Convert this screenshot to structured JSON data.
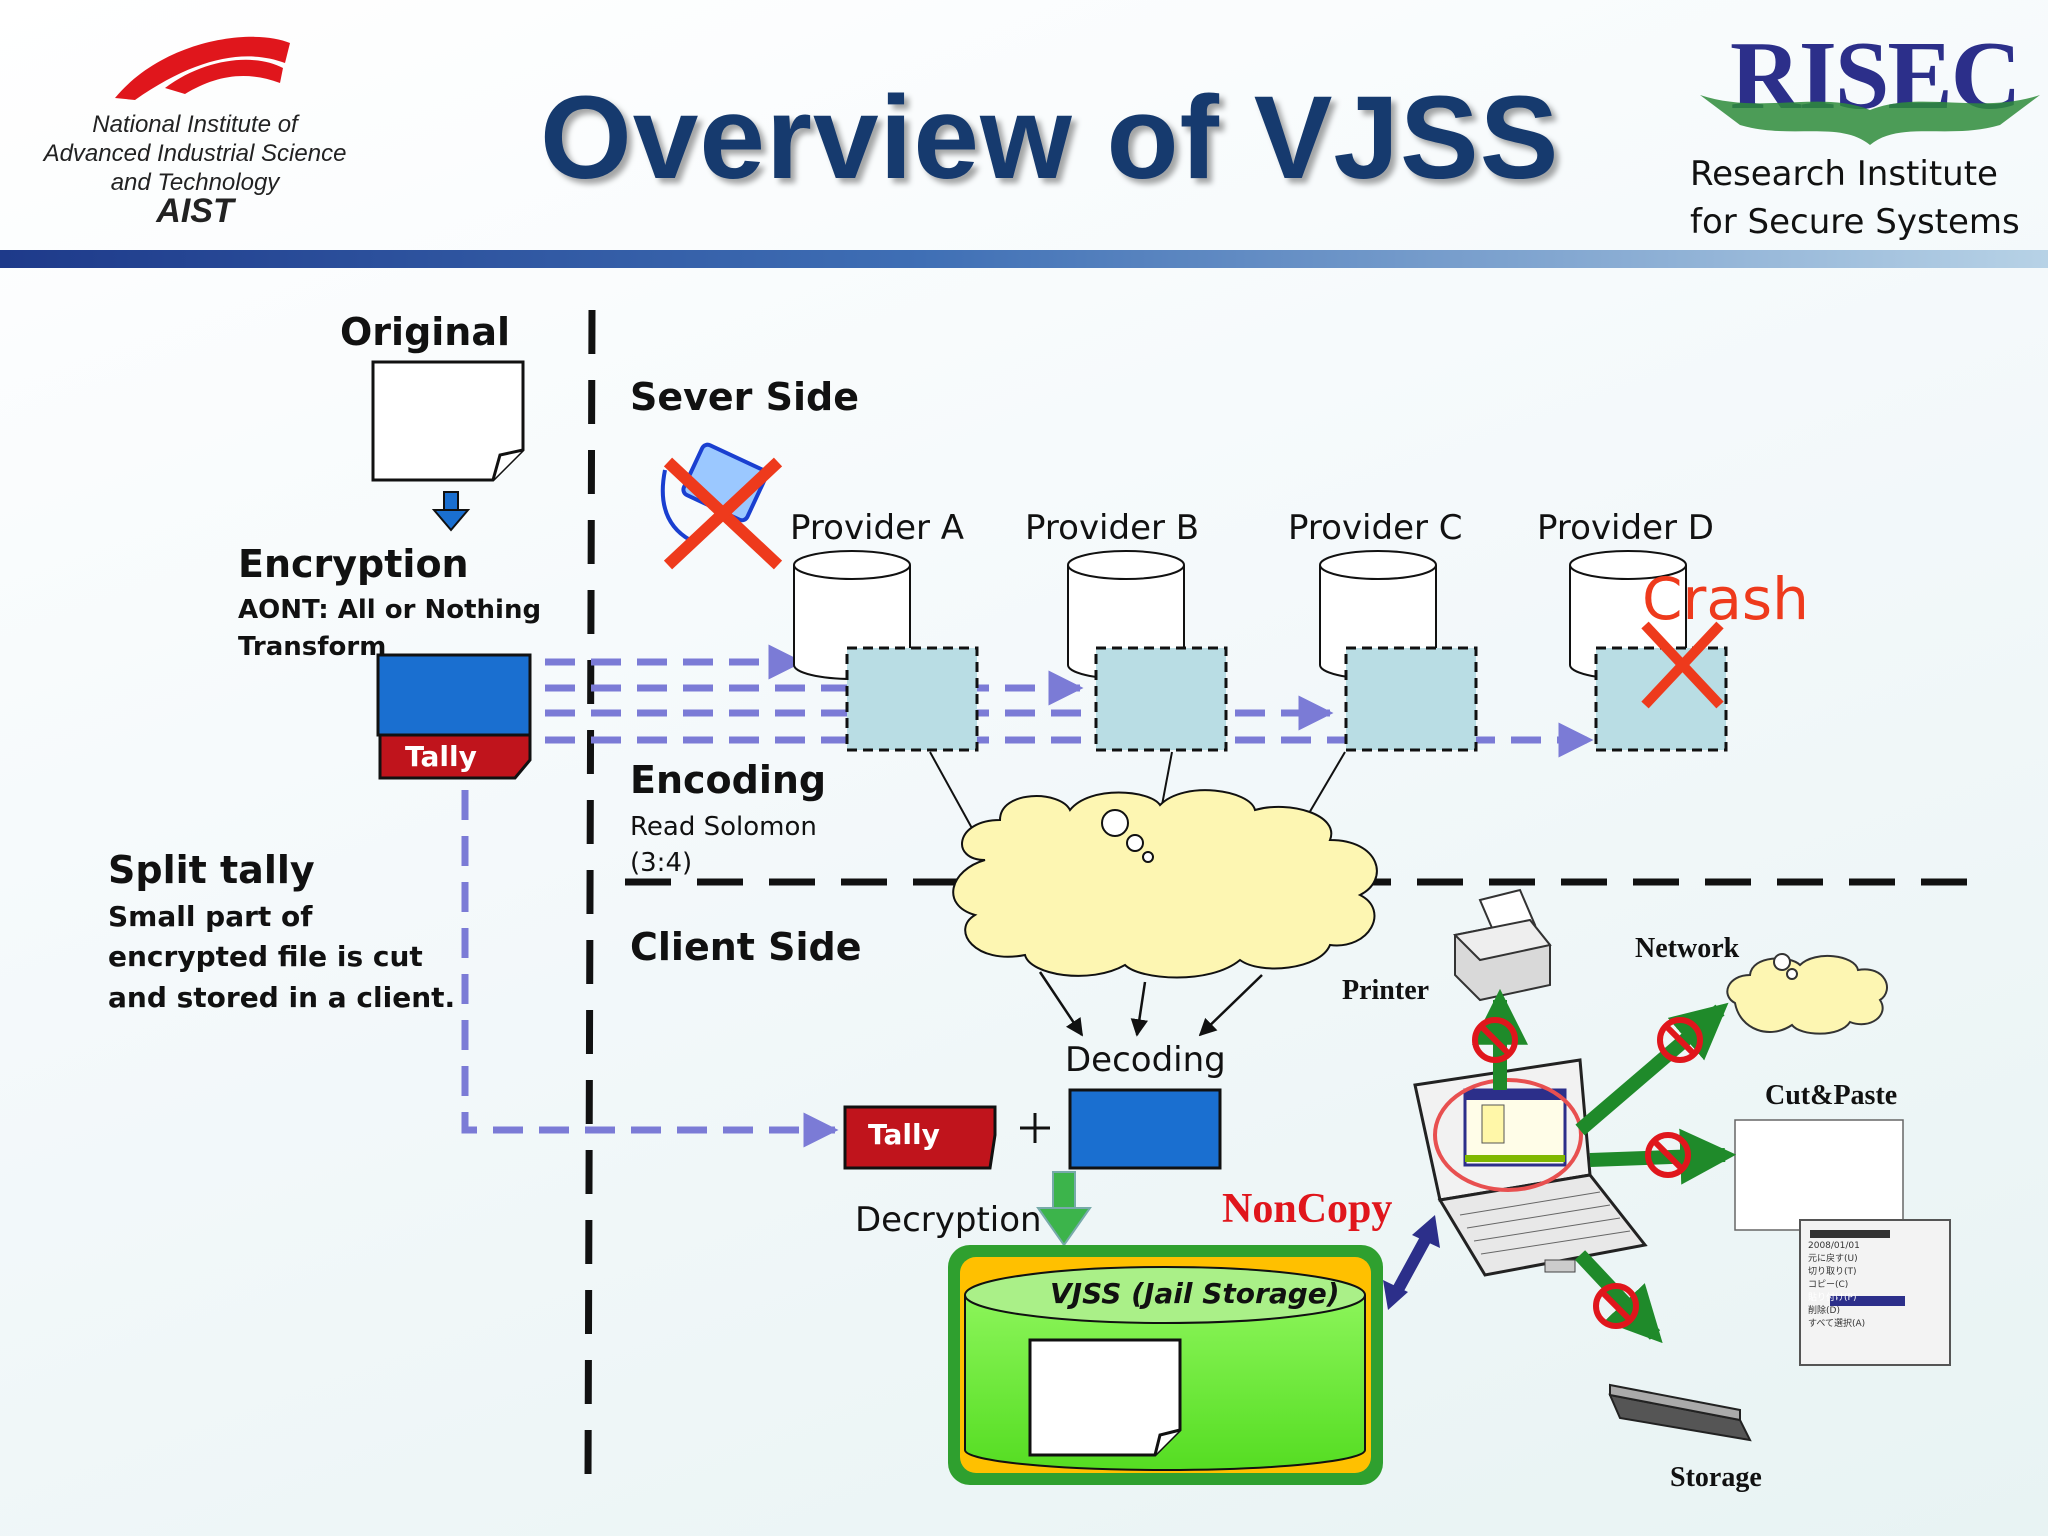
{
  "header": {
    "title": "Overview of VJSS",
    "aist": {
      "line1": "National Institute of",
      "line2": "Advanced Industrial Science",
      "line3": "and Technology",
      "short": "AIST"
    },
    "risec": {
      "logo": "RISEC",
      "line1": "Research Institute",
      "line2": "for Secure Systems"
    }
  },
  "left": {
    "original": "Original",
    "encryption": "Encryption",
    "aont_line1": "AONT: All or Nothing",
    "aont_line2": "Transform",
    "tally": "Tally",
    "split_title": "Split tally",
    "split_line1": "Small part of",
    "split_line2": "encrypted file is cut",
    "split_line3": "and stored in a client."
  },
  "server": {
    "title": "Sever Side",
    "providers": [
      "Provider A",
      "Provider B",
      "Provider C",
      "Provider D"
    ],
    "crash": "Crash",
    "encoding": "Encoding",
    "encoding_line1": "Read Solomon",
    "encoding_line2": "(3:4)"
  },
  "client": {
    "title": "Client Side",
    "decoding": "Decoding",
    "tally": "Tally",
    "plus": "+",
    "decryption": "Decryption",
    "storage_name": "VJSS (Jail Storage)",
    "noncopy": "NonCopy",
    "printer": "Printer",
    "network": "Network",
    "cutpaste": "Cut&Paste",
    "storage": "Storage",
    "menu_items": [
      "2008/01/01",
      "元に戻す(U)",
      "切り取り(T)",
      "コピー(C)",
      "貼り付け(P)",
      "削除(D)",
      "すべて選択(A)"
    ]
  },
  "colors": {
    "title": "#163a6e",
    "dashed_arrow": "#7b7bd6",
    "block_blue": "#1a6fd0",
    "tally_red": "#c0141c",
    "crash_red": "#ee3a1c",
    "green": "#1f8a2a",
    "jail_green": "#66ee33"
  }
}
